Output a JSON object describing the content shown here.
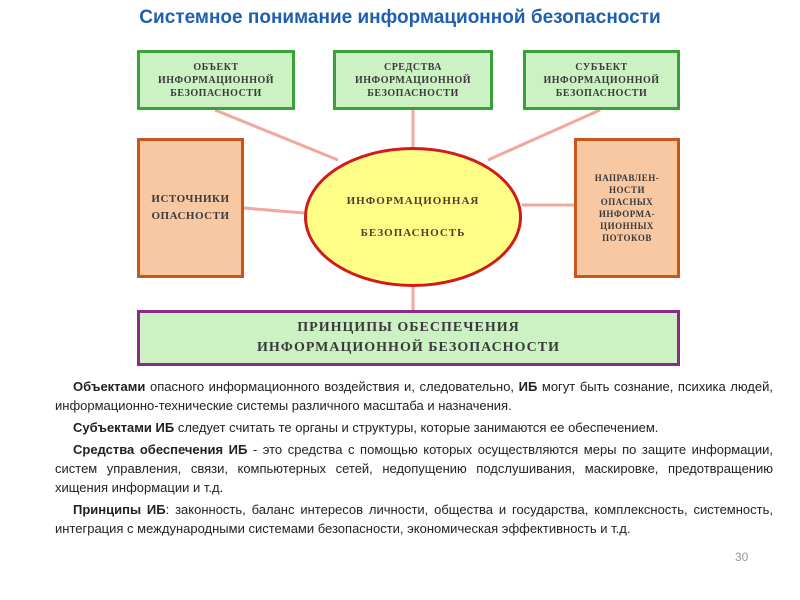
{
  "title": "Системное понимание информационной безопасности",
  "diagram": {
    "object_box": "ОБЪЕКТ\nИНФОРМАЦИОННОЙ\nБЕЗОПАСНОСТИ",
    "means_box": "СРЕДСТВА\nИНФОРМАЦИОННОЙ\nБЕЗОПАСНОСТИ",
    "subject_box": "СУБЪЕКТ\nИНФОРМАЦИОННОЙ\nБЕЗОПАСНОСТИ",
    "sources_box": "ИСТОЧНИКИ\nОПАСНОСТИ",
    "direction_box": "НАПРАВЛЕН-\nНОСТИ\nОПАСНЫХ\nИНФОРМА-\nЦИОННЫХ\nПОТОКОВ",
    "center_line1": "ИНФОРМАЦИОННАЯ",
    "center_line2": "БЕЗОПАСНОСТЬ",
    "principles_box": "ПРИНЦИПЫ ОБЕСПЕЧЕНИЯ\nИНФОРМАЦИОННОЙ БЕЗОПАСНОСТИ"
  },
  "paragraphs": [
    {
      "term": "Объектами",
      "text": " опасного информационного воздействия и, следовательно, ",
      "term2": "ИБ",
      "text2": " могут быть сознание, психика людей, информационно-технические системы различного масштаба и назначения."
    },
    {
      "term": "Субъектами ИБ",
      "text": " следует считать те органы и структуры, которые занимаются ее обеспечением."
    },
    {
      "term": "Средства обеспечения ИБ",
      "text": " - это средства с помощью которых осуществляются меры по защите информации, систем управления, связи, компьютерных сетей, недопущению подслушивания, маскировке, предотвращению хищения информации и т.д."
    },
    {
      "term": "Принципы ИБ",
      "text": ": законность, баланс интересов личности, общества и государства, комплексность, системность, интеграция с международными системами безопасности, экономическая эффективность и т.д."
    }
  ],
  "page_number": "30",
  "colors": {
    "title": "#1f5fb0",
    "green_border": "#3aa03a",
    "orange_border": "#c8561a",
    "ellipse_border": "#d21a1a",
    "purple_border": "#8a2a8a",
    "connector": "#f0a8a0"
  }
}
